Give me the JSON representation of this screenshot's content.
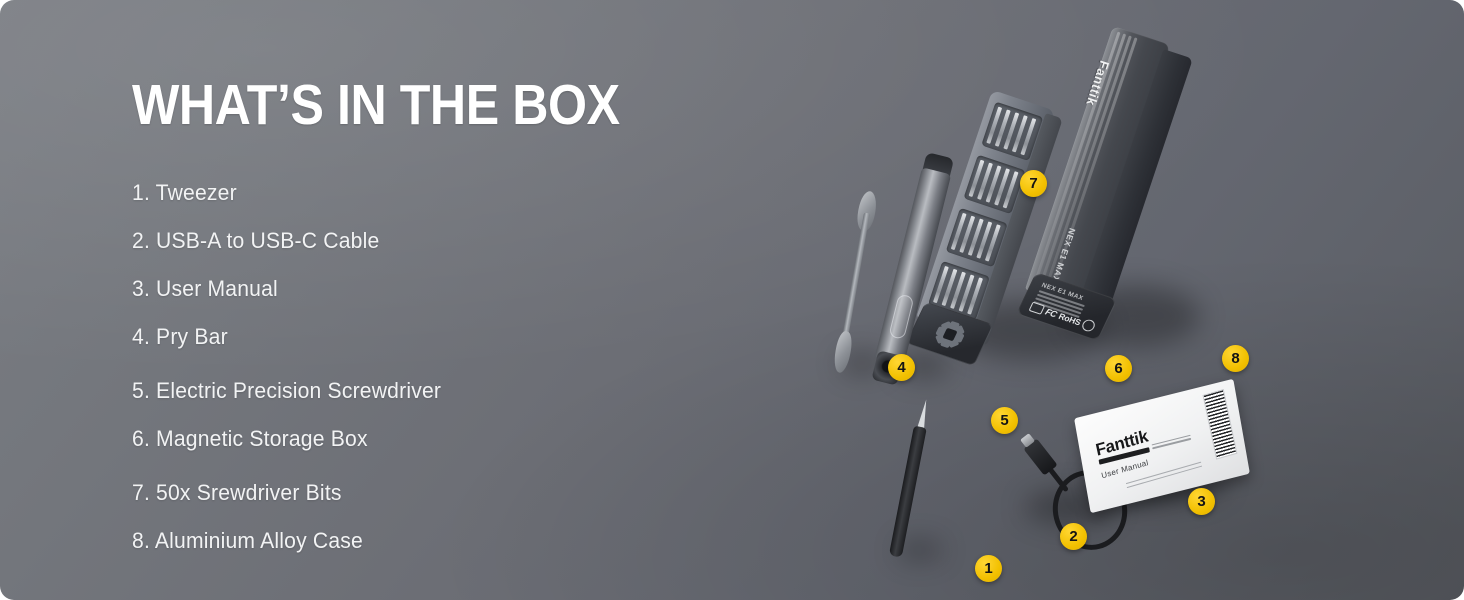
{
  "page": {
    "headline": "WHAT’S IN THE BOX",
    "background_top_color": "#7a7d83",
    "background_bottom_color": "#585b61",
    "badge_color": "#f2c000",
    "text_color": "#ffffff"
  },
  "items": [
    {
      "n": "1",
      "text": "1. Tweezer"
    },
    {
      "n": "2",
      "text": "2. USB-A to USB-C Cable"
    },
    {
      "n": "3",
      "text": "3. User Manual"
    },
    {
      "n": "4",
      "text": "4. Pry Bar"
    },
    {
      "n": "5",
      "text": "5. Electric Precision Screwdriver"
    },
    {
      "n": "6",
      "text": "6. Magnetic Storage Box"
    },
    {
      "n": "7",
      "text": "7. 50x Srewdriver Bits"
    },
    {
      "n": "8",
      "text": "8. Aluminium Alloy Case"
    }
  ],
  "badges": {
    "one": "1",
    "two": "2",
    "three": "3",
    "four": "4",
    "five": "5",
    "six": "6",
    "seven": "7",
    "eight": "8"
  },
  "product": {
    "brand": "Fanttik",
    "case_model_line1": "NEX",
    "case_model_line2": "E1",
    "case_model_line3": "MAX",
    "endcap_model": "NEX E1 MAX",
    "mark_fc": "FC",
    "mark_rohs": "RoHS",
    "manual_brand": "Fanttik",
    "manual_title": "User Manual"
  }
}
